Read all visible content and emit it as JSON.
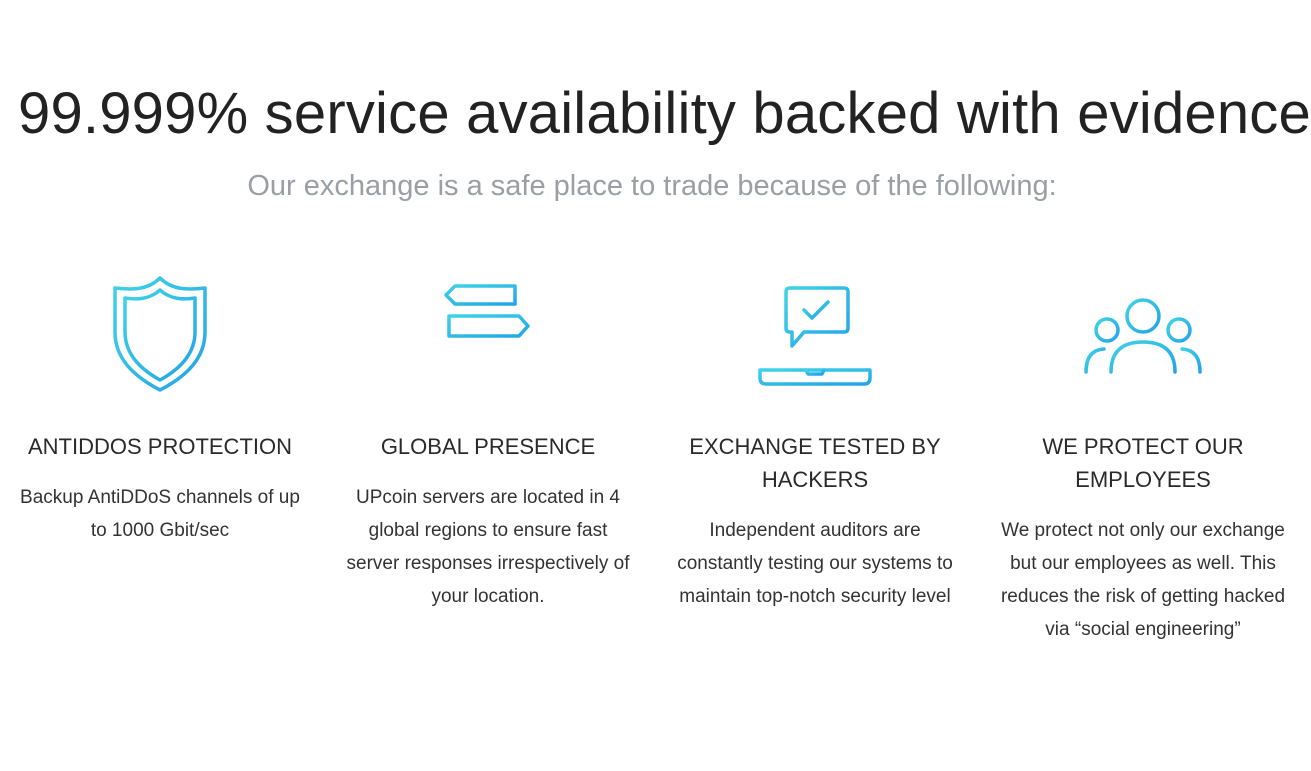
{
  "hero": {
    "headline": "99.999% service availability backed with evidence",
    "subheadline": "Our exchange is a safe place to trade because of the following:"
  },
  "colors": {
    "icon_gradient_start": "#3fd3e6",
    "icon_gradient_end": "#23a4e8",
    "headline": "#222222",
    "subheadline": "#9a9fa5"
  },
  "features": [
    {
      "icon": "shield-icon",
      "title": "ANTIDDOS PROTECTION",
      "description": "Backup AntiDDoS channels of up to 1000 Gbit/sec"
    },
    {
      "icon": "signpost-icon",
      "title": "GLOBAL PRESENCE",
      "description": "UPcoin servers are located in 4 global regions to ensure fast server responses irrespectively of your location."
    },
    {
      "icon": "laptop-check-icon",
      "title": "EXCHANGE TESTED BY HACKERS",
      "description": "Independent auditors are constantly testing our systems to maintain top-notch security level"
    },
    {
      "icon": "people-icon",
      "title": "WE PROTECT OUR EMPLOYEES",
      "description": "We protect not only our exchange but our employees as well. This reduces the risk of getting hacked via “social engineering”"
    }
  ]
}
